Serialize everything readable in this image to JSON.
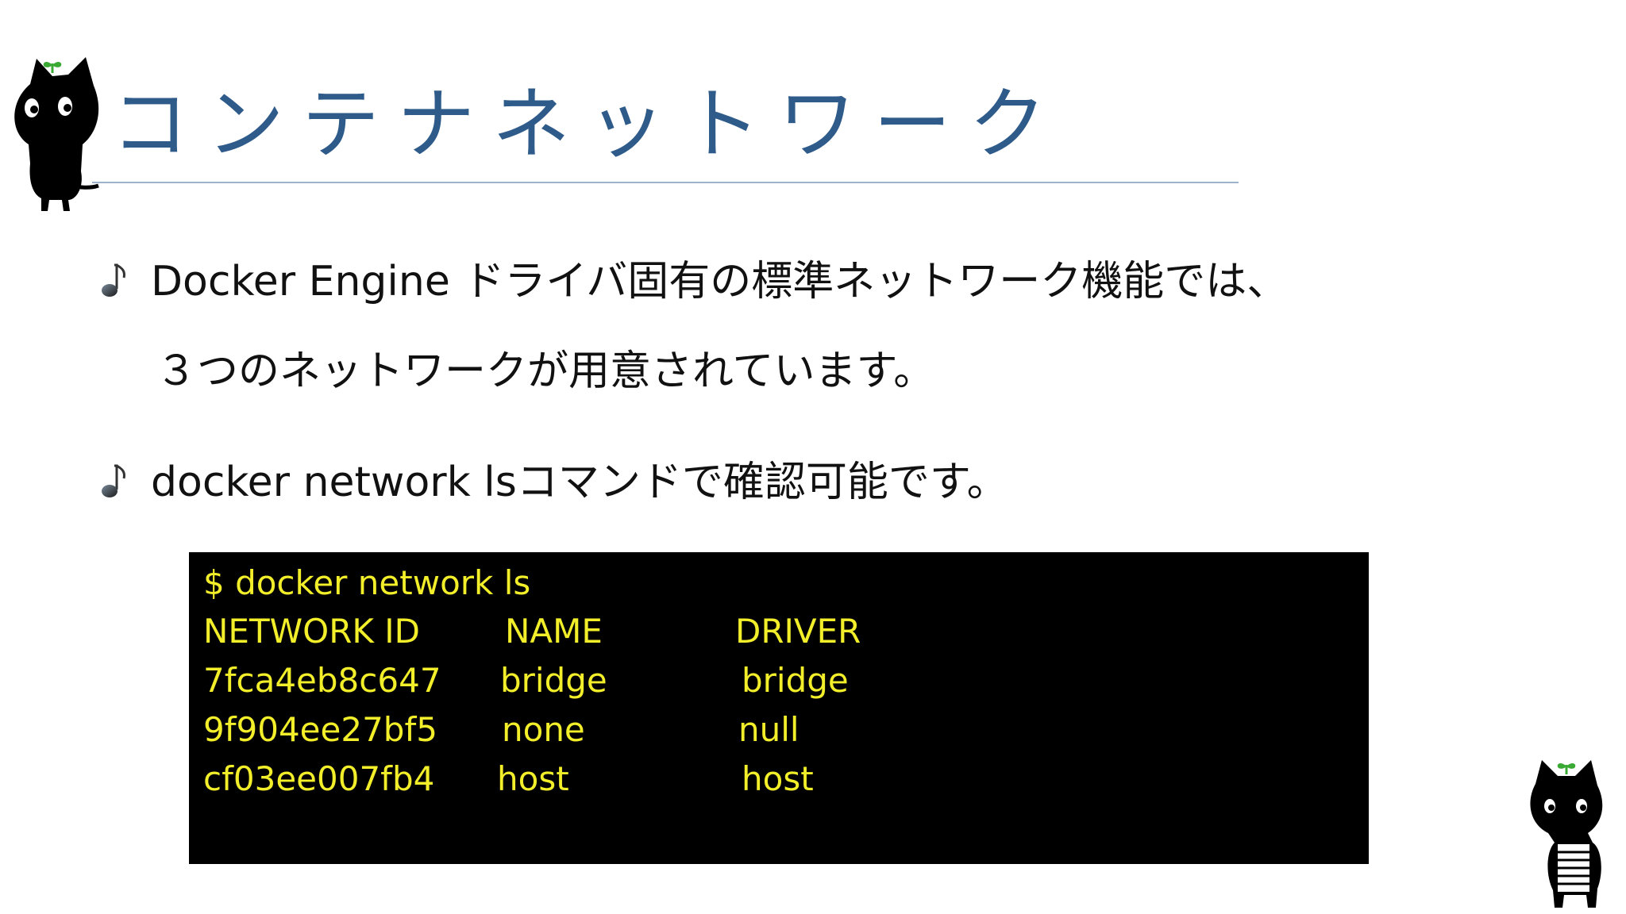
{
  "slide": {
    "title": "コンテナネットワーク",
    "bullets": [
      {
        "line1": "Docker Engine ドライバ固有の標準ネットワーク機能では、",
        "line2": "３つのネットワークが用意されています。"
      },
      {
        "line1": "docker network lsコマンドで確認可能です。"
      }
    ],
    "bullet_icon": "music-note-icon",
    "terminal": {
      "command": "$ docker network ls",
      "headers": [
        "NETWORK ID",
        "NAME",
        "DRIVER"
      ],
      "rows": [
        [
          "7fca4eb8c647",
          "bridge",
          "bridge"
        ],
        [
          "9f904ee27bf5",
          "none",
          "null"
        ],
        [
          "cf03ee007fb4",
          "host",
          "host"
        ]
      ]
    }
  },
  "colors": {
    "title": "#2e5b8a",
    "terminal_bg": "#000000",
    "terminal_text": "#f2ee2a",
    "sprout": "#3aaa35"
  }
}
